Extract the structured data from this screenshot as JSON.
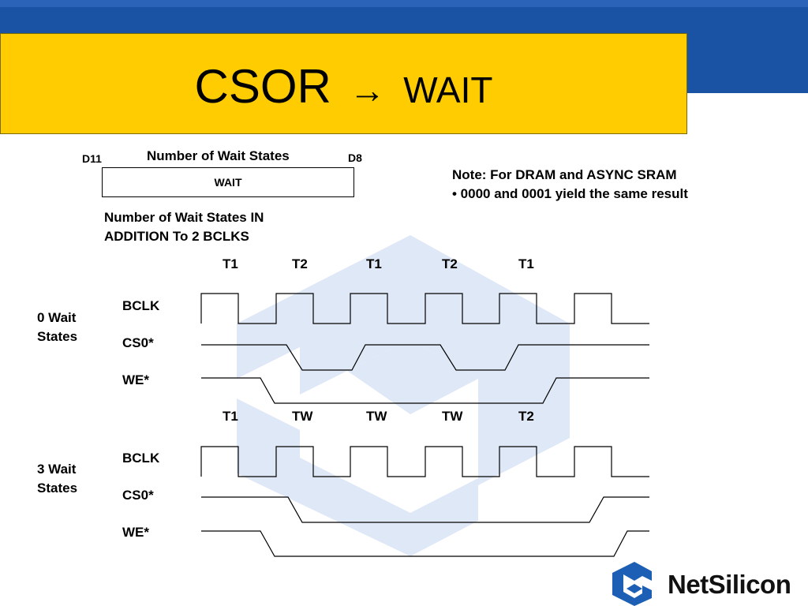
{
  "title": {
    "main": "CSOR",
    "arrow": "→",
    "sub": "WAIT"
  },
  "register": {
    "high_bit": "D11",
    "low_bit": "D8",
    "field_title": "Number of Wait States",
    "field_name": "WAIT"
  },
  "description": {
    "line1": "Number of Wait States IN",
    "line2": "ADDITION To 2 BCLKS"
  },
  "note": {
    "line1": "Note:  For DRAM and ASYNC SRAM",
    "line2": "• 0000 and 0001 yield the same result"
  },
  "diagram_0": {
    "state_line1": "0 Wait",
    "state_line2": "States",
    "cycles": [
      "T1",
      "T2",
      "T1",
      "T2",
      "T1"
    ],
    "signals": [
      "BCLK",
      "CS0*",
      "WE*"
    ]
  },
  "diagram_3": {
    "state_line1": "3 Wait",
    "state_line2": "States",
    "cycles": [
      "T1",
      "TW",
      "TW",
      "TW",
      "T2"
    ],
    "signals": [
      "BCLK",
      "CS0*",
      "WE*"
    ]
  },
  "logo": {
    "text": "NetSilicon"
  },
  "colors": {
    "banner": "#1a52a4",
    "title_box": "#fecc00",
    "watermark": "#dfe8f6",
    "logo_blue": "#1d5fb4"
  }
}
